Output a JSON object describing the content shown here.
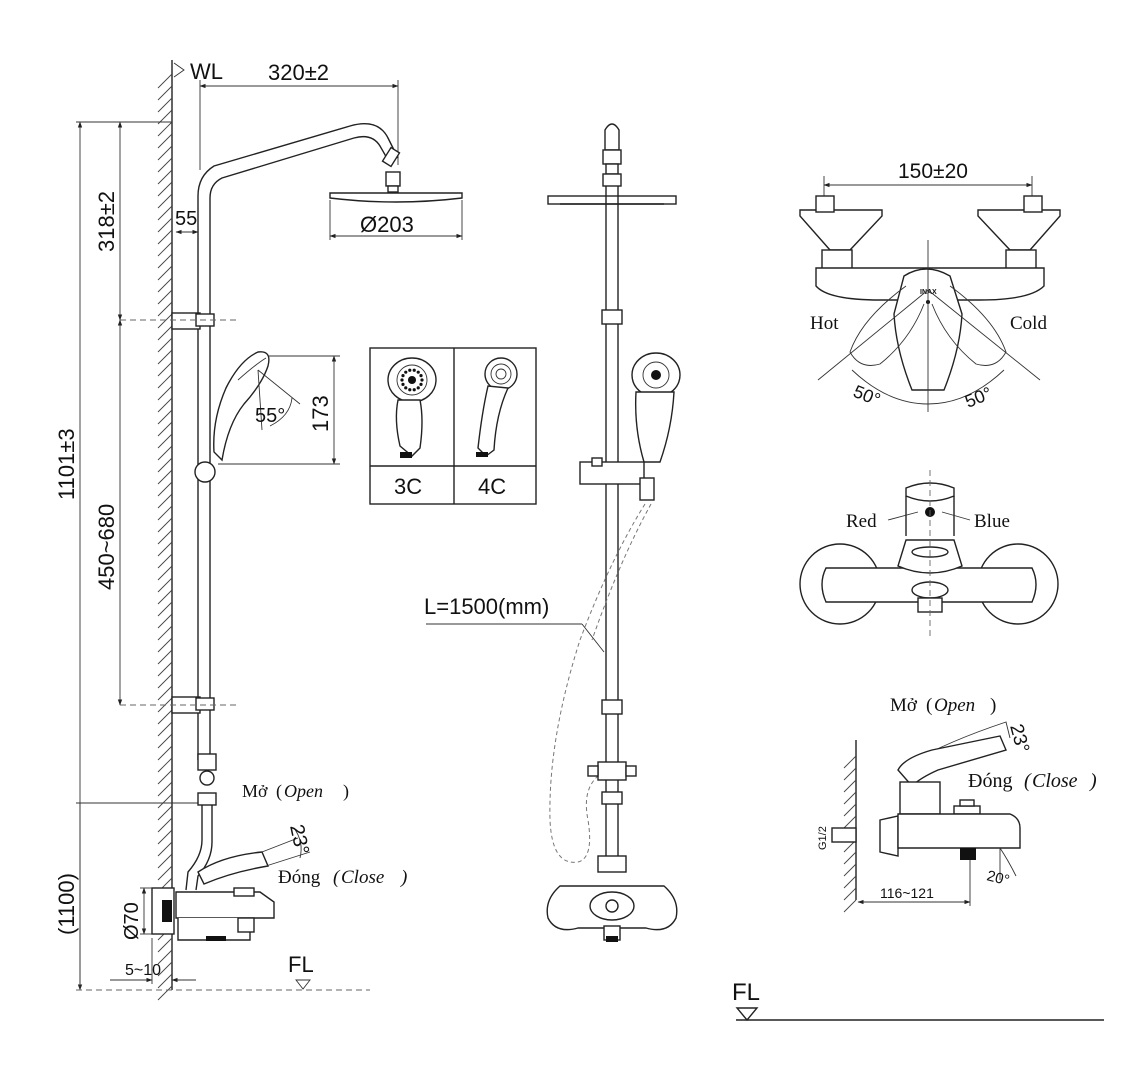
{
  "side_view": {
    "wall_label": "WL",
    "arm_length": "320±2",
    "top_height": "318±2",
    "offset": "55",
    "head_diameter": "Ø203",
    "handshower_angle": "55°",
    "handshower_height": "173",
    "total_height": "1101±3",
    "slide_range": "450~680",
    "mixer_height": "(1100)",
    "flange_diameter": "Ø70",
    "wall_gap": "5~10",
    "floor_label": "FL",
    "open_prefix": "Mở",
    "open_word": "Open",
    "handle_angle": "23°",
    "close_prefix": "Đóng",
    "close_word": "Close"
  },
  "handshower_options": {
    "items": [
      {
        "label": "3C"
      },
      {
        "label": "4C"
      }
    ]
  },
  "front_view": {
    "hose_length": "L=1500(mm)"
  },
  "top_view": {
    "center_distance": "150±20",
    "hot_label": "Hot",
    "cold_label": "Cold",
    "hot_angle": "50°",
    "cold_angle": "50°",
    "brand_mark": "INAX"
  },
  "mixer_front": {
    "red_label": "Red",
    "blue_label": "Blue"
  },
  "mixer_side": {
    "open_prefix": "Mở",
    "open_word": "Open",
    "handle_angle": "23°",
    "close_prefix": "Đóng",
    "close_word": "Close",
    "thread_size": "G1/2",
    "length_range": "116~121",
    "spout_angle": "20°"
  },
  "floor_marker": {
    "label": "FL"
  },
  "colors": {
    "line": "#222222",
    "background": "#ffffff"
  }
}
